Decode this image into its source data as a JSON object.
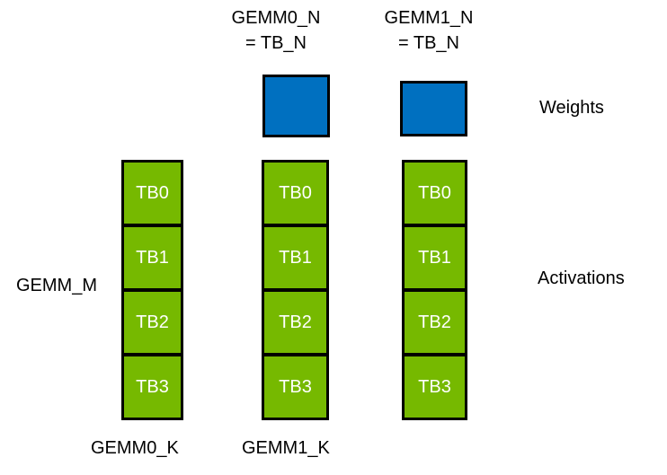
{
  "diagram": {
    "title_context": "GEMM thread-block tiling diagram",
    "top_labels": [
      {
        "text": "GEMM0_N\n= TB_N"
      },
      {
        "text": "GEMM1_N\n= TB_N"
      }
    ],
    "weights_label": "Weights",
    "activations_label": "Activations",
    "gemm_m_label": "GEMM_M",
    "bottom_labels": [
      {
        "text": "GEMM0_K"
      },
      {
        "text": "GEMM1_K"
      }
    ],
    "columns": [
      {
        "cells": [
          "TB0",
          "TB1",
          "TB2",
          "TB3"
        ]
      },
      {
        "cells": [
          "TB0",
          "TB1",
          "TB2",
          "TB3"
        ]
      },
      {
        "cells": [
          "TB0",
          "TB1",
          "TB2",
          "TB3"
        ]
      }
    ],
    "colors": {
      "activation_green": "#76B900",
      "weight_blue": "#0070C0",
      "border_black": "#000000",
      "cell_text_white": "#FFFFFF"
    }
  }
}
